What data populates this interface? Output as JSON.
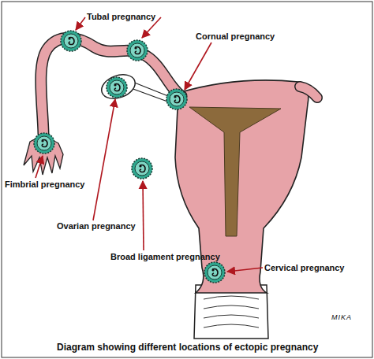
{
  "diagram": {
    "caption": "Diagram showing different locations of ectopic pregnancy",
    "labels": [
      "Tubal pregnancy",
      "Cornual pregnancy",
      "Fimbrial pregnancy",
      "Ovarian pregnancy",
      "Broad ligament pregnancy",
      "Cervical pregnancy",
      "MIKA"
    ]
  }
}
